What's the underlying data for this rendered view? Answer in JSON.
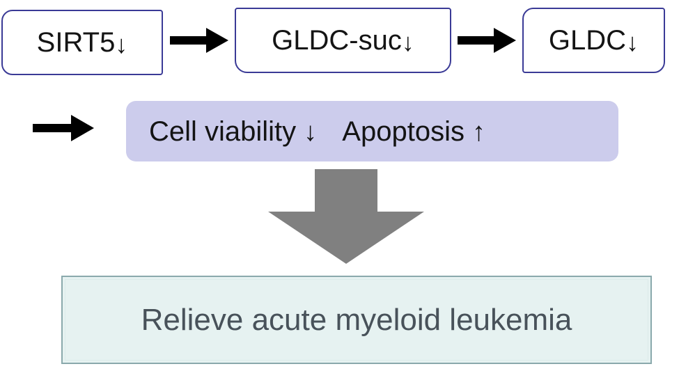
{
  "figure": {
    "type": "flowchart-diagram",
    "background_color": "#ffffff"
  },
  "palette": {
    "node_border": "#3a3a96",
    "node_fill": "#ffffff",
    "node_text": "#141414",
    "arrow_black": "#000000",
    "outcome_fill": "#ccccec",
    "big_arrow_fill": "#808080",
    "conclusion_fill": "#e6f2f1",
    "conclusion_border": "#8aa9ac",
    "conclusion_text": "#48525a"
  },
  "row1": {
    "nodes": [
      {
        "id": "sirt5",
        "label": "SIRT5",
        "trend": "↓",
        "full_text": "SIRT5↓"
      },
      {
        "id": "gldc-suc",
        "label": "GLDC-suc",
        "trend": "↓",
        "full_text": "GLDC-suc↓"
      },
      {
        "id": "gldc",
        "label": "GLDC",
        "trend": "↓",
        "full_text": "GLDC↓"
      }
    ],
    "connectors": [
      {
        "id": "arrow-1",
        "icon": "arrow-right-icon",
        "direction": "right"
      },
      {
        "id": "arrow-2",
        "icon": "arrow-right-icon",
        "direction": "right"
      }
    ]
  },
  "row2": {
    "connector": {
      "id": "arrow-3",
      "icon": "arrow-right-icon",
      "direction": "right"
    },
    "outcomes": [
      {
        "label": "Cell viability",
        "trend": "↓"
      },
      {
        "label": "Apoptosis",
        "trend": "↑"
      }
    ]
  },
  "transition": {
    "icon": "arrow-down-thick-icon",
    "direction": "down"
  },
  "conclusion": {
    "text": "Relieve acute myeloid leukemia"
  }
}
